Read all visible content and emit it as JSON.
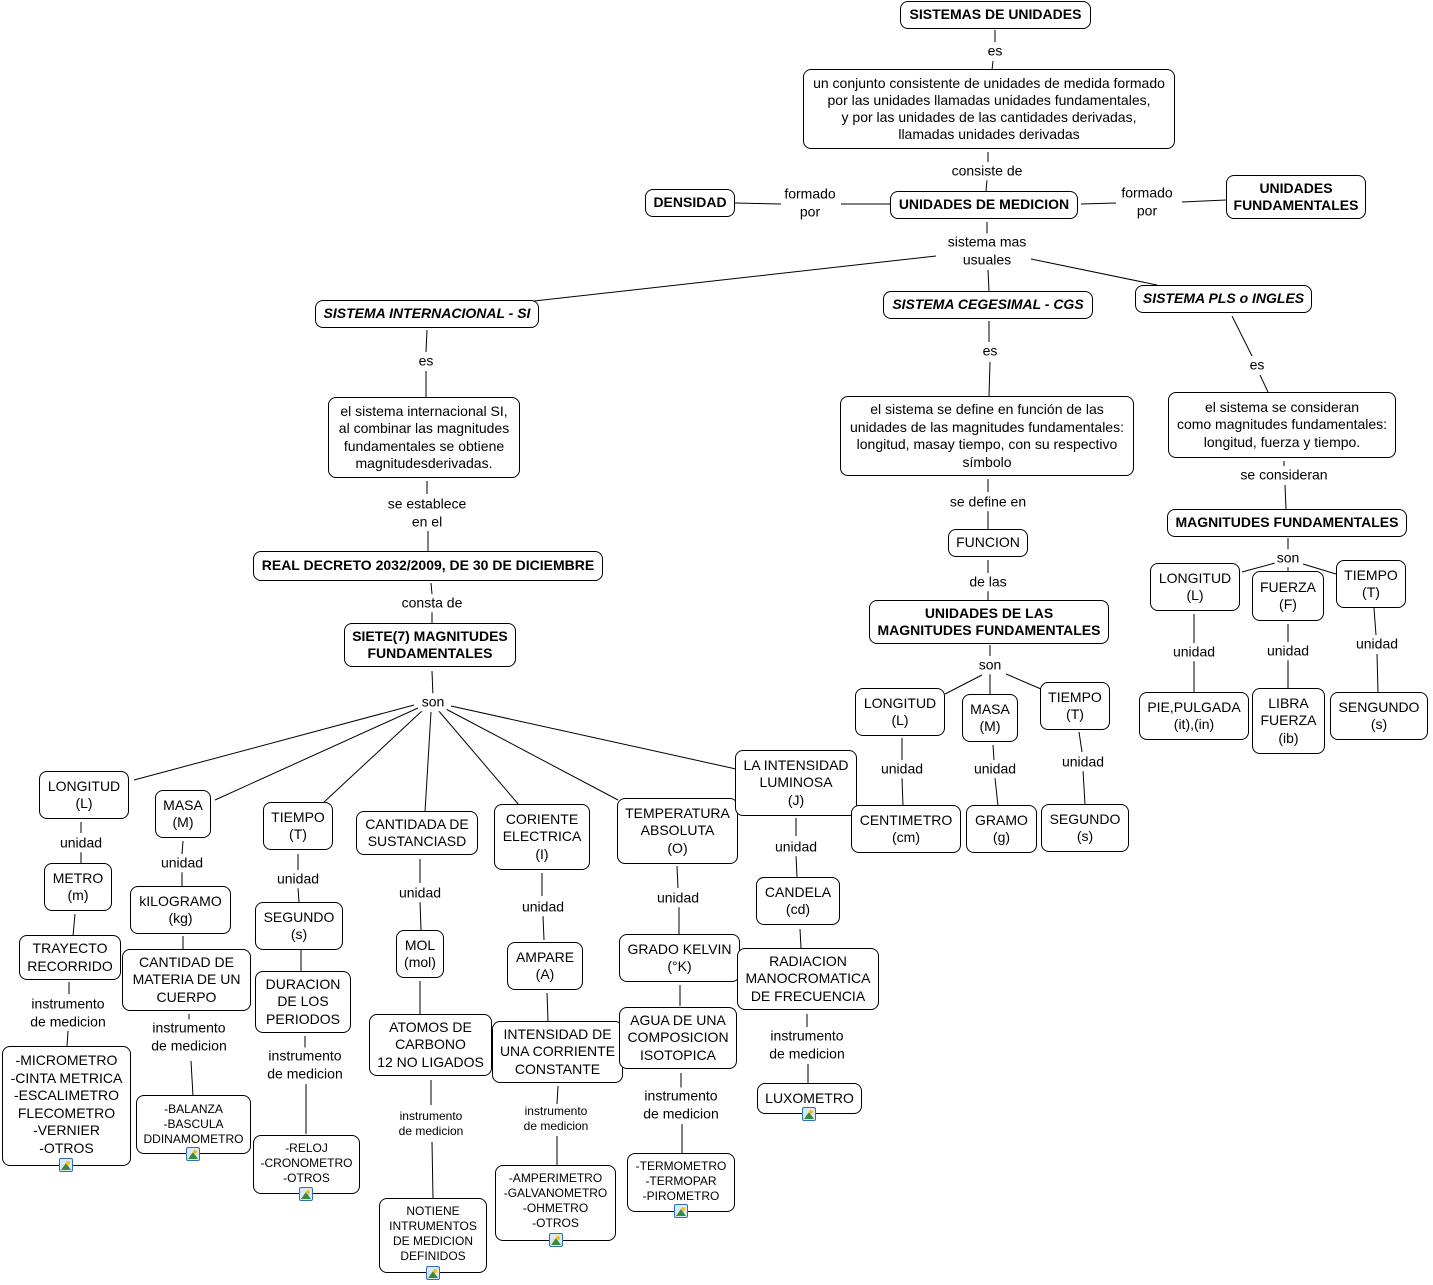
{
  "title": "SISTEMAS DE UNIDADES",
  "nodes": {
    "root": "SISTEMAS DE UNIDADES",
    "definicion": "un conjunto consistente de unidades de medida formado\npor las unidades llamadas unidades fundamentales,\ny por las unidades de las cantidades derivadas,\nllamadas unidades derivadas",
    "unidades_medicion": "UNIDADES DE MEDICION",
    "densidad": "DENSIDAD",
    "unidades_fundamentales": "UNIDADES\nFUNDAMENTALES",
    "si": "SISTEMA INTERNACIONAL - SI",
    "cgs": "SISTEMA CEGESIMAL - CGS",
    "pls": "SISTEMA PLS o INGLES",
    "si_def": "el sistema internacional SI,\nal combinar las magnitudes\nfundamentales se obtiene\nmagnitudesderivadas.",
    "real_decreto": "REAL DECRETO 2032/2009, DE 30 DE DICIEMBRE",
    "siete": "SIETE(7) MAGNITUDES\nFUNDAMENTALES",
    "si_longitud": "LONGITUD\n(L)",
    "si_masa": "MASA\n(M)",
    "si_tiempo": "TIEMPO\n(T)",
    "si_cantidad": "CANTIDADA DE\nSUSTANCIASD",
    "si_corriente": "CORIENTE\nELECTRICA\n(I)",
    "si_temperatura": "TEMPERATURA\nABSOLUTA\n(O)",
    "si_luminosa": "LA INTENSIDAD\nLUMINOSA\n(J)",
    "metro": "METRO\n(m)",
    "kilogramo": "kILOGRAMO\n(kg)",
    "segundo_si": "SEGUNDO\n(s)",
    "mol": "MOL\n(mol)",
    "ampare": "AMPARE\n(A)",
    "kelvin": "GRADO KELVIN\n(°K)",
    "candela": "CANDELA\n(cd)",
    "trayecto": "TRAYECTO\nRECORRIDO",
    "cantidad_materia": "CANTIDAD DE\nMATERIA DE UN\nCUERPO",
    "duracion": "DURACION\nDE LOS\nPERIODOS",
    "atomos": "ATOMOS DE\nCARBONO\n12 NO LIGADOS",
    "intensidad_corriente": "INTENSIDAD DE\nUNA CORRIENTE\nCONSTANTE",
    "agua": "AGUA DE UNA\nCOMPOSICION\nISOTOPICA",
    "radiacion": "RADIACION\nMANOCROMATICA\nDE FRECUENCIA",
    "inst_longitud": "-MICROMETRO\n-CINTA METRICA\n-ESCALIMETRO\nFLECOMETRO\n-VERNIER\n-OTROS",
    "inst_masa": "-BALANZA\n-BASCULA\nDDINAMOMETRO",
    "inst_tiempo": "-RELOJ\n-CRONOMETRO\n-OTROS",
    "inst_cantidad": "NOTIENE\nINTRUMENTOS\nDE MEDICION\nDEFINIDOS",
    "inst_corriente": "-AMPERIMETRO\n-GALVANOMETRO\n-OHMETRO\n-OTROS",
    "inst_temperatura": "-TERMOMETRO\n-TERMOPAR\n-PIROMETRO",
    "inst_luminosa": "LUXOMETRO",
    "cgs_def": "el sistema se define en función de las\nunidades de las magnitudes fundamentales:\nlongitud, masay tiempo, con su respectivo\nsímbolo",
    "funcion": "FUNCION",
    "cgs_unidades": "UNIDADES DE LAS\nMAGNITUDES FUNDAMENTALES",
    "cgs_longitud": "LONGITUD\n(L)",
    "cgs_masa": "MASA\n(M)",
    "cgs_tiempo": "TIEMPO\n(T)",
    "centimetro": "CENTIMETRO\n(cm)",
    "gramo": "GRAMO\n(g)",
    "segundo_cgs": "SEGUNDO\n(s)",
    "pls_def": "el sistema se consideran\ncomo magnitudes fundamentales:\nlongitud, fuerza y tiempo.",
    "pls_magnitudes": "MAGNITUDES FUNDAMENTALES",
    "pls_longitud": "LONGITUD\n(L)",
    "pls_fuerza": "FUERZA\n(F)",
    "pls_tiempo": "TIEMPO\n(T)",
    "pie": "PIE,PULGADA\n(it),(in)",
    "libra": "LIBRA\nFUERZA\n(ib)",
    "sengundo": "SENGUNDO\n(s)"
  },
  "links": {
    "es": "es",
    "consiste_de": "consiste de",
    "formado_por": "formado\npor",
    "sistema_mas_usuales": "sistema mas\nusuales",
    "se_establece": "se establece\nen el",
    "consta_de": "consta de",
    "son": "son",
    "unidad": "unidad",
    "instrumento": "instrumento\nde medicion",
    "se_define_en": "se define en",
    "de_las": "de las",
    "se_consideran": "se consideran"
  },
  "attachment_icon": "image-attachment-icon"
}
